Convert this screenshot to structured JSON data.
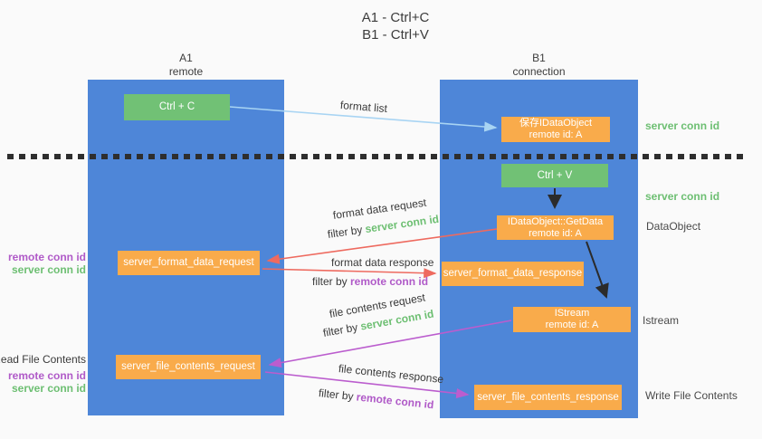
{
  "title": {
    "line1": "A1 - Ctrl+C",
    "line2": "B1 - Ctrl+V"
  },
  "lifelines": {
    "a1": {
      "id": "A1",
      "role": "remote"
    },
    "b1": {
      "id": "B1",
      "role": "connection"
    }
  },
  "boxes": {
    "ctrl_c": {
      "label": "Ctrl + C"
    },
    "ctrl_v": {
      "label": "Ctrl + V"
    },
    "save_idataobject": {
      "line1": "保存IDataObject",
      "line2": "remote id: A"
    },
    "getdata": {
      "line1": "IDataObject::GetData",
      "line2": "remote id: A"
    },
    "istream": {
      "line1": "IStream",
      "line2": "remote id: A"
    },
    "format_request": {
      "label": "server_format_data_request"
    },
    "format_response": {
      "label": "server_format_data_response"
    },
    "file_request": {
      "label": "server_file_contents_request"
    },
    "file_response": {
      "label": "server_file_contents_response"
    }
  },
  "arrows": {
    "format_list": {
      "label": "format list"
    },
    "format_data_request": {
      "label": "format data request",
      "filter_prefix": "filter by ",
      "filter_id": "server conn id"
    },
    "format_data_response": {
      "label": "format data response",
      "filter_prefix": "filter by ",
      "filter_id": "remote conn id"
    },
    "file_contents_request": {
      "label": "file contents request",
      "filter_prefix": "filter by ",
      "filter_id": "server conn id"
    },
    "file_contents_response": {
      "label": "file contents response",
      "filter_prefix": "filter by ",
      "filter_id": "remote conn id"
    }
  },
  "side_labels": {
    "right_server_conn_top": "server conn id",
    "right_server_conn_mid": "server conn id",
    "right_dataobject": "DataObject",
    "right_istream": "Istream",
    "right_write_file": "Write File Contents",
    "left_remote_conn_1": "remote conn id",
    "left_server_conn_1": "server conn id",
    "left_read_file": "Read File Contents",
    "left_remote_conn_2": "remote conn id",
    "left_server_conn_2": "server conn id"
  },
  "colors": {
    "lifeline_blue": "#4e86d8",
    "box_green": "#71c175",
    "box_orange": "#f9ab4b",
    "arrow_light_blue": "#a8d4f3",
    "arrow_red": "#ee6a5f",
    "arrow_purple": "#bb5dce",
    "arrow_black": "#2b2b2b",
    "label_green": "#6dbf72",
    "label_purple": "#b05ac8"
  }
}
